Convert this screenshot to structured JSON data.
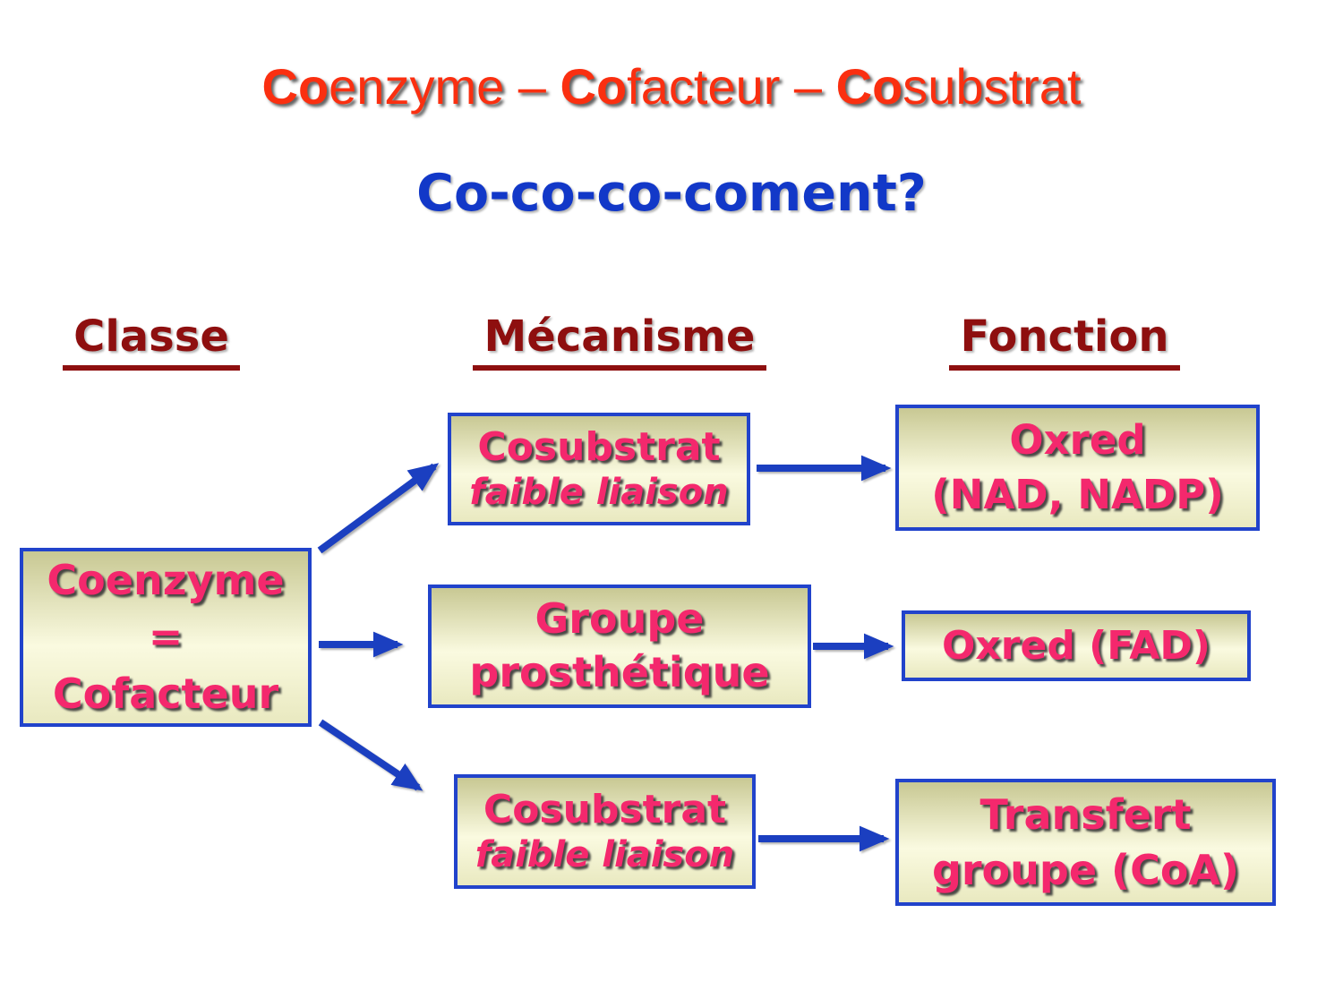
{
  "colors": {
    "title-red": "#fa2f10",
    "heading-dark-red": "#8e0f0f",
    "subtitle-blue": "#1238c8",
    "text-pink": "#f4286d",
    "box-border-blue": "#2143cb",
    "arrow-blue": "#1b3fc0",
    "box-fill-top": "#c8c893",
    "box-fill-mid": "#fafae0",
    "box-fill-bottom": "#e9e9c0"
  },
  "title": {
    "co1": "Co",
    "rest1": "enzyme",
    "sep1": " – ",
    "co2": "Co",
    "rest2": "facteur",
    "sep2": " – ",
    "co3": "Co",
    "rest3": "substrat"
  },
  "subtitle": "Co-co-co-coment?",
  "columns": {
    "classe": "Classe",
    "mecanisme": "Mécanisme",
    "fonction": "Fonction"
  },
  "diagram": {
    "classe_box": {
      "line1": "Coenzyme",
      "line2": "=",
      "line3": "Cofacteur"
    },
    "mechanisms": {
      "cosubstrat_top": {
        "title": "Cosubstrat",
        "subtitle": "faible liaison"
      },
      "groupe": {
        "line1": "Groupe",
        "line2": "prosthétique"
      },
      "cosubstrat_bottom": {
        "title": "Cosubstrat",
        "subtitle": "faible liaison"
      }
    },
    "fonctions": {
      "oxred_nad": {
        "line1": "Oxred",
        "line2": "(NAD, NADP)"
      },
      "oxred_fad": {
        "line1": "Oxred (FAD)"
      },
      "transfert": {
        "line1": "Transfert",
        "line2": "groupe (CoA)"
      }
    }
  }
}
